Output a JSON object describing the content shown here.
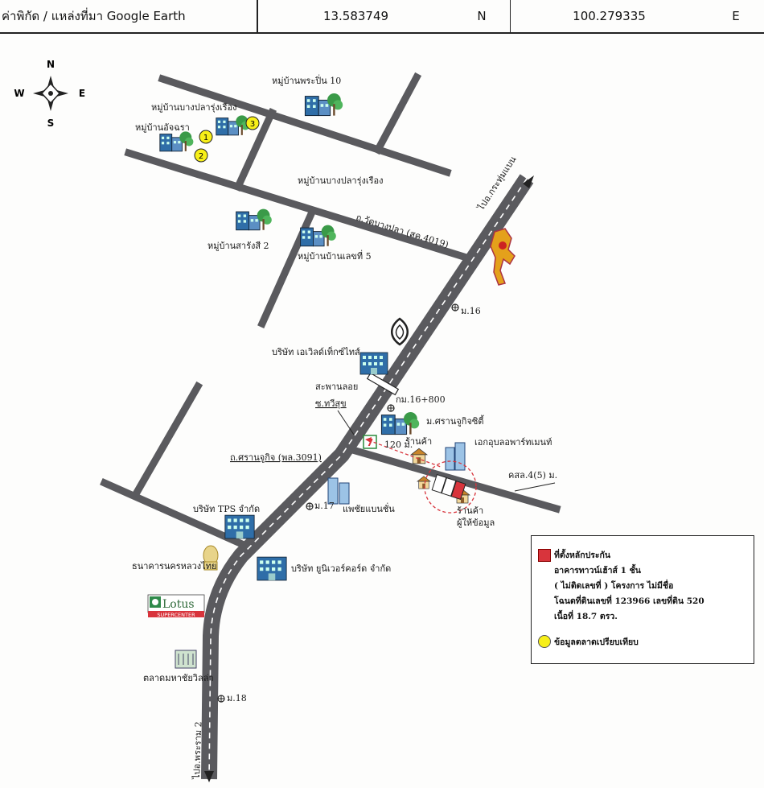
{
  "header": {
    "source_label": "ค่าพิกัด / แหล่งที่มา Google Earth",
    "latitude": "13.583749",
    "lat_dir": "N",
    "longitude": "100.279335",
    "lon_dir": "E"
  },
  "compass": {
    "n": "N",
    "s": "S",
    "e": "E",
    "w": "W"
  },
  "labels": {
    "village_prachuen": "หมู่บ้านพระปิ่น 10",
    "village_bangpla_a": "หมู่บ้านบางปลารุ่งเรือง",
    "village_atchara": "หมู่บ้านอัจฉรา",
    "village_bangpla_b": "หมู่บ้านบางปลารุ่งเรือง",
    "road_wat_bangpla": "ถ.วัดบางปลา (สค.4019)",
    "village_sarangsi": "หมู่บ้านสารังสี 2",
    "village_ban5": "หมู่บ้านบ้านเลขที่ 5",
    "to_krathum": "ไปอ.กระทุ่มแบน",
    "km16": "ม.16",
    "company_excel": "บริษัท เอเวิลด์เท็กซ์ไทส์",
    "bridge": "สะพานลอย",
    "km16800": "กม.16+800",
    "soi_taweesuk": "ซ.ทวีสุข",
    "village_sreechareon": "ม.ศรานจูกิจซิตี้",
    "dist_120": "120 ม.",
    "shop1": "ร้านค้า",
    "apartment": "เอกอุบลอพาร์ทเมนท์",
    "road_sreechareon": "ถ.ศรานจูกิจ (พล.3091)",
    "road_ks": "คสล.4(5) ม.",
    "company_tps": "บริษัท TPS จำกัด",
    "km17": "ม.17",
    "warehouse": "แพชัยแบนชั่น",
    "shop2": "ร้านค้า",
    "informant": "ผู้ให้ข้อมูล",
    "bank": "ธนาคารนครหลวงไทย",
    "company_univer": "บริษัท ยูนิเวอร์คอร์ด จำกัด",
    "lotus": "Lotus",
    "lotus_sub": "SUPERCENTER",
    "market": "ตลาดมหาชัยวิลล่า",
    "km18": "ม.18",
    "to_phrarama": "ไปอ.พระราม 2",
    "marker1": "1",
    "marker2": "2",
    "marker3": "3",
    "seven": "7"
  },
  "legend": {
    "title": "ที่ตั้งหลักประกัน",
    "line1": "อาคารทาวน์เฮ้าส์ 1 ชั้น",
    "line2": "( ไม่ติดเลขที่ ) โครงการ ไม่มีชื่อ",
    "line3": "โฉนดที่ดินเลขที่ 123966 เลขที่ดิน 520",
    "line4": "เนื้อที่ 18.7 ตรว.",
    "market_info": "ข้อมูลตลาดเปรียบเทียบ"
  },
  "colors": {
    "road": "#5a5a5e",
    "subject": "#d8343c",
    "marker": "#f7ef18",
    "radius": "#d8343c"
  }
}
